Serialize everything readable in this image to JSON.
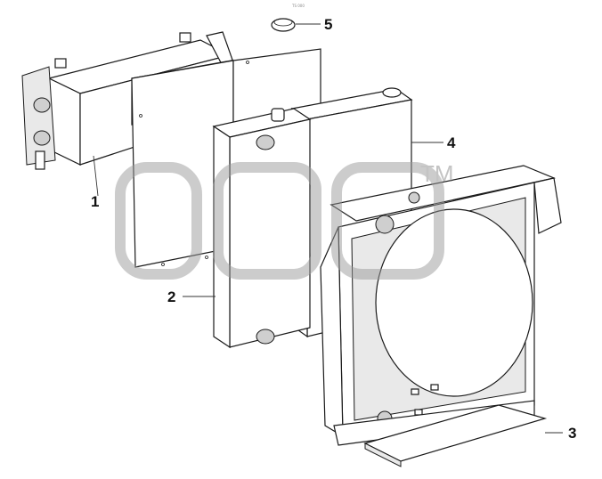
{
  "diagram": {
    "header_mark": "TS 000",
    "callouts": [
      {
        "id": "1",
        "label": "1"
      },
      {
        "id": "2",
        "label": "2"
      },
      {
        "id": "3",
        "label": "3"
      },
      {
        "id": "4",
        "label": "4"
      },
      {
        "id": "5",
        "label": "5"
      }
    ],
    "watermark": {
      "trademark": "TM",
      "color": "#9a9a9a"
    },
    "colors": {
      "line": "#1a1a1a",
      "background": "#ffffff"
    }
  }
}
